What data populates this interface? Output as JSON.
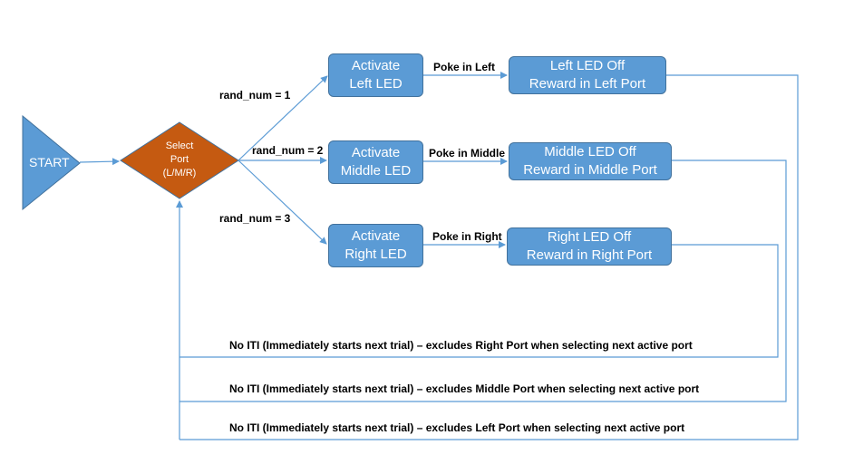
{
  "start": {
    "label": "START"
  },
  "decision": {
    "line1": "Select",
    "line2": "Port",
    "line3": "(L/M/R)"
  },
  "conditions": {
    "left": "rand_num = 1",
    "middle": "rand_num = 2",
    "right": "rand_num = 3"
  },
  "activate": {
    "left": {
      "line1": "Activate",
      "line2": "Left LED"
    },
    "middle": {
      "line1": "Activate",
      "line2": "Middle LED"
    },
    "right": {
      "line1": "Activate",
      "line2": "Right LED"
    }
  },
  "pokes": {
    "left": "Poke in Left",
    "middle": "Poke in Middle",
    "right": "Poke in Right"
  },
  "rewards": {
    "left": {
      "line1": "Left LED Off",
      "line2": "Reward in Left Port"
    },
    "middle": {
      "line1": "Middle LED Off",
      "line2": "Reward in Middle Port"
    },
    "right": {
      "line1": "Right LED Off",
      "line2": "Reward in Right Port"
    }
  },
  "feedback": {
    "right": "No ITI (Immediately starts next trial) – excludes Right Port when selecting next active port",
    "middle": "No ITI (Immediately starts next trial) – excludes Middle Port when selecting next active port",
    "left": "No ITI (Immediately starts next trial) – excludes Left Port when selecting next active port"
  },
  "colors": {
    "box_fill": "#5b9bd5",
    "box_border": "#41719c",
    "decision_fill": "#c55a11",
    "connector": "#5b9bd5"
  }
}
